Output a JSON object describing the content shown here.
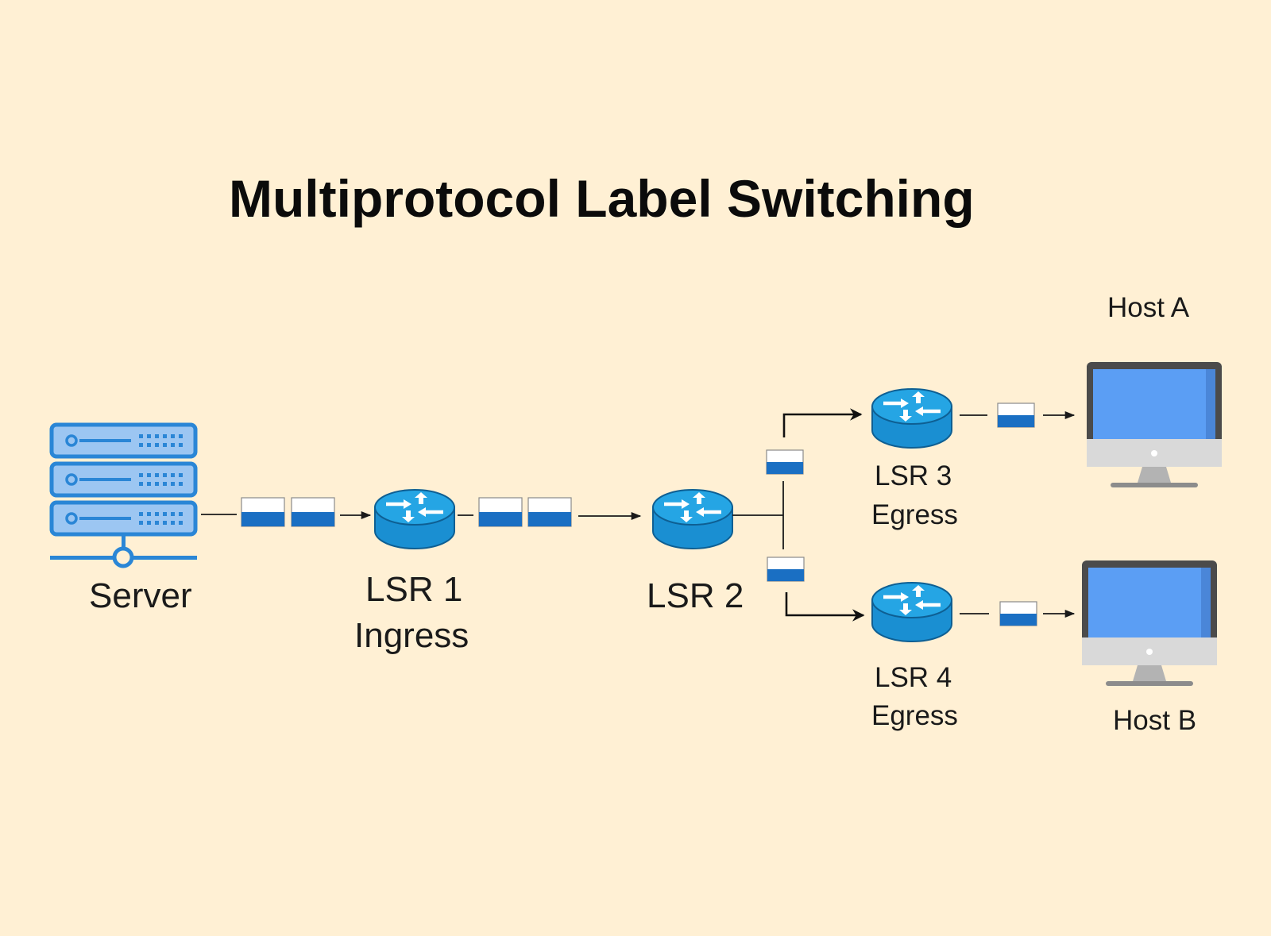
{
  "title": "Multiprotocol Label Switching",
  "colors": {
    "background": "#fff0d4",
    "router_blue": "#1a8fd2",
    "router_top": "#25a5e4",
    "server_blue": "#2a86d6",
    "server_fill": "#9cc6f2",
    "packet_blue": "#1a6fc3",
    "screen_blue": "#5b9ef4"
  },
  "nodes": {
    "server": {
      "label": "Server",
      "icon": "server-rack-icon"
    },
    "lsr1": {
      "line1": "LSR 1",
      "line2": "Ingress",
      "icon": "router-icon"
    },
    "lsr2": {
      "line1": "LSR 2",
      "icon": "router-icon"
    },
    "lsr3": {
      "line1": "LSR 3",
      "line2": "Egress",
      "icon": "router-icon"
    },
    "lsr4": {
      "line1": "LSR 4",
      "line2": "Egress",
      "icon": "router-icon"
    },
    "host_a": {
      "label": "Host A",
      "icon": "desktop-monitor-icon"
    },
    "host_b": {
      "label": "Host B",
      "icon": "desktop-monitor-icon"
    }
  }
}
